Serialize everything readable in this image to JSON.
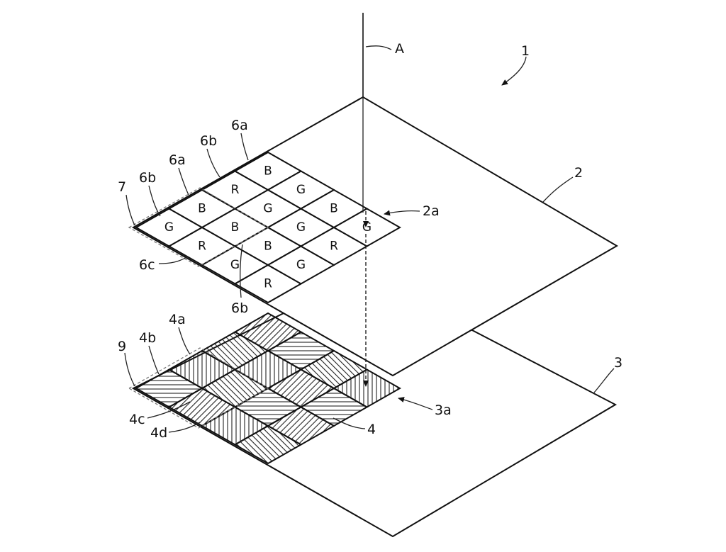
{
  "labels": {
    "axis": "A",
    "device": "1",
    "upper_plate": "2",
    "upper_region": "2a",
    "lower_plate": "3",
    "lower_region": "3a",
    "pixel_array": "4",
    "pixel_a": "4a",
    "pixel_b": "4b",
    "pixel_c": "4c",
    "pixel_d": "4d",
    "filter_a_upper": "6a",
    "filter_b_upper": "6b",
    "filter_a_left": "6a",
    "filter_b_left": "6b",
    "filter_c": "6c",
    "filter_b_lower": "6b",
    "group_upper": "7",
    "group_lower": "9"
  },
  "filter_grid": [
    [
      "R",
      "G",
      "R",
      "G"
    ],
    [
      "G",
      "B",
      "G",
      "B"
    ],
    [
      "R",
      "B",
      "G",
      "G"
    ],
    [
      "G",
      "B",
      "R",
      "B"
    ]
  ],
  "pixel_hatch_grid": [
    [
      "h45",
      "h135",
      "h0",
      "h90"
    ],
    [
      "h90",
      "h0",
      "h135",
      "h45"
    ],
    [
      "h135",
      "h45",
      "h90",
      "h0"
    ],
    [
      "h0",
      "h90",
      "h45",
      "h135"
    ]
  ]
}
